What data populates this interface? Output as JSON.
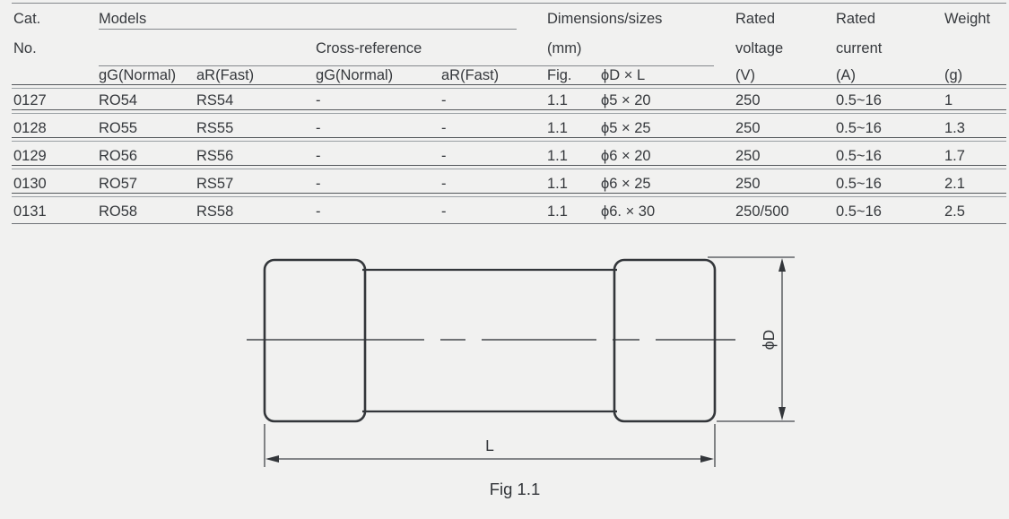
{
  "table": {
    "header": {
      "cat": "Cat.",
      "no": "No.",
      "models": "Models",
      "cross_reference": "Cross-reference",
      "dimensions": "Dimensions/sizes",
      "mm": "(mm)",
      "fig": "Fig.",
      "dxl": "ϕD × L",
      "gg_normal_models": "gG(Normal)",
      "ar_fast_models": "aR(Fast)",
      "gg_normal_xref": "gG(Normal)",
      "ar_fast_xref": "aR(Fast)",
      "rated_voltage": {
        "l1": "Rated",
        "l2": "voltage",
        "unit": "(V)"
      },
      "rated_current": {
        "l1": "Rated",
        "l2": "current",
        "unit": "(A)"
      },
      "weight": {
        "l1": "Weight",
        "unit": "(g)"
      }
    },
    "rows": [
      {
        "cells": [
          "0127",
          "RO54",
          "RS54",
          "-",
          "-",
          "1.1",
          "ϕ5 × 20",
          "250",
          "0.5~16",
          "1"
        ]
      },
      {
        "cells": [
          "0128",
          "RO55",
          "RS55",
          "-",
          "-",
          "1.1",
          "ϕ5 × 25",
          "250",
          "0.5~16",
          "1.3"
        ]
      },
      {
        "cells": [
          "0129",
          "RO56",
          "RS56",
          "-",
          "-",
          "1.1",
          "ϕ6 × 20",
          "250",
          "0.5~16",
          "1.7"
        ]
      },
      {
        "cells": [
          "0130",
          "RO57",
          "RS57",
          "-",
          "-",
          "1.1",
          "ϕ6 × 25",
          "250",
          "0.5~16",
          "2.1"
        ]
      },
      {
        "cells": [
          "0131",
          "RO58",
          "RS58",
          "-",
          "-",
          "1.1",
          "ϕ6. × 30",
          "250/500",
          "0.5~16",
          "2.5"
        ]
      }
    ]
  },
  "diagram": {
    "d_label": "ϕD",
    "l_label": "L",
    "caption": "Fig 1.1"
  },
  "colors": {
    "background": "#f1f1f0",
    "text": "#35383c",
    "rule_single": "#84888c",
    "rule_double_dark": "#54585c",
    "rule_double_light": "#9aa0a4",
    "diagram_stroke": "#33363a"
  }
}
